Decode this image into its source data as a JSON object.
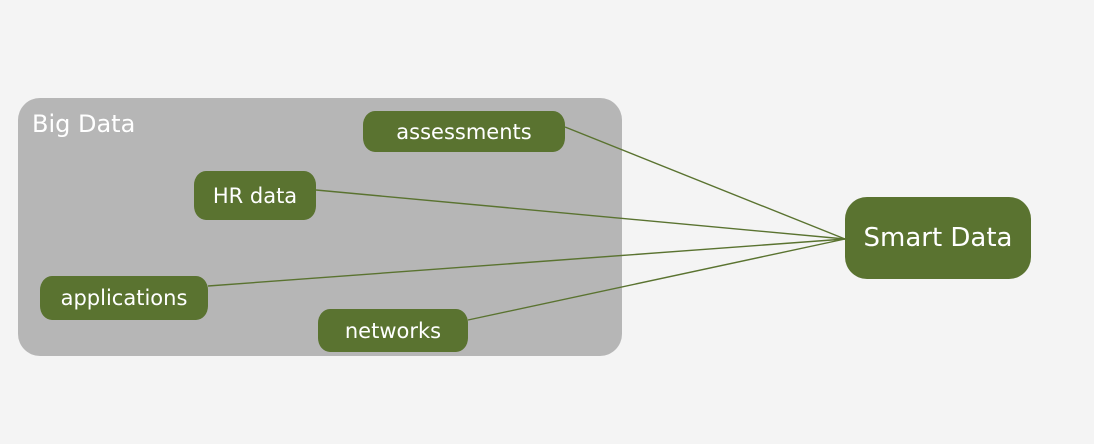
{
  "group": {
    "label": "Big Data"
  },
  "nodes": {
    "assessments": "assessments",
    "hr_data": "HR data",
    "applications": "applications",
    "networks": "networks",
    "smart_data": "Smart Data"
  },
  "edges": [
    {
      "from": "assessments",
      "to": "Smart Data"
    },
    {
      "from": "HR data",
      "to": "Smart Data"
    },
    {
      "from": "applications",
      "to": "Smart Data"
    },
    {
      "from": "networks",
      "to": "Smart Data"
    }
  ],
  "colors": {
    "node": "#5a7330",
    "group": "#b6b6b6",
    "edge": "#5a7330",
    "background": "#f4f4f4"
  }
}
